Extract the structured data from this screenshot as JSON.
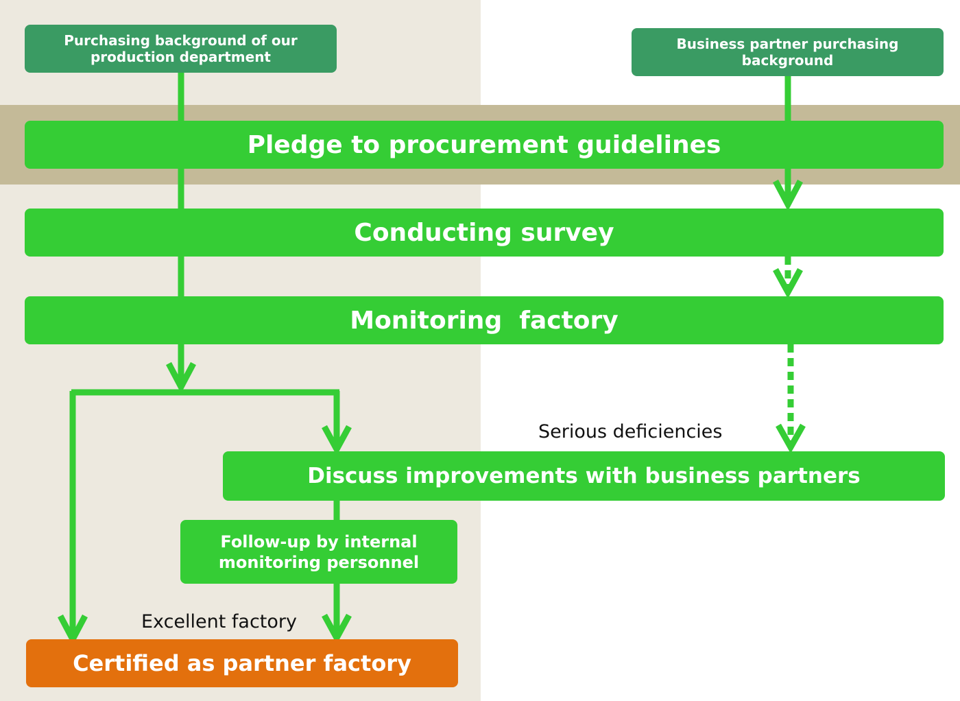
{
  "boxes": {
    "own_background": "Purchasing background of our production department",
    "partner_background": "Business partner purchasing background",
    "pledge": "Pledge to procurement guidelines",
    "survey": "Conducting survey",
    "monitoring": "Monitoring  factory",
    "discuss": "Discuss improvements with business partners",
    "followup": "Follow-up by internal monitoring personnel",
    "certified": "Certified as partner factory"
  },
  "labels": {
    "serious": "Serious deficiencies",
    "excellent": "Excellent factory"
  },
  "colors": {
    "panel_bg": "#ede9df",
    "band_bg": "#c4ba98",
    "header_box": "#3a9b63",
    "step_box": "#35cd35",
    "final_box": "#e3700d",
    "connector": "#35cd35"
  }
}
